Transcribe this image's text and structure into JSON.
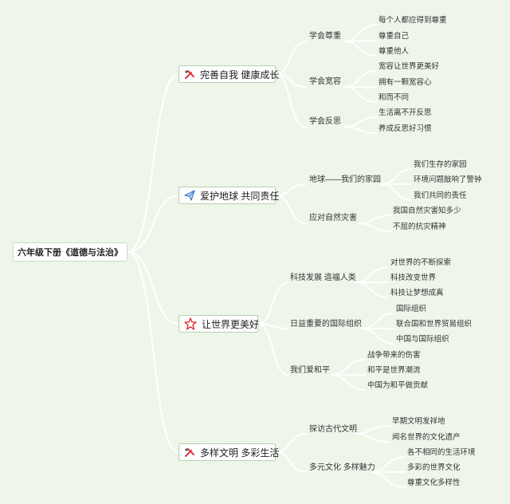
{
  "root": "六年级下册《道德与法治》",
  "branches": [
    {
      "label": "完善自我 健康成长",
      "icon": "tools-icon",
      "subs": [
        {
          "label": "学会尊重",
          "leaves": [
            "每个人都应得到尊重",
            "尊重自己",
            "尊重他人"
          ]
        },
        {
          "label": "学会宽容",
          "leaves": [
            "宽容让世界更美好",
            "拥有一颗宽容心",
            "和而不同"
          ]
        },
        {
          "label": "学会反思",
          "leaves": [
            "生活离不开反思",
            "养成反思好习惯"
          ]
        }
      ]
    },
    {
      "label": "爱护地球 共同责任",
      "icon": "paper-plane-icon",
      "subs": [
        {
          "label": "地球——我们的家园",
          "leaves": [
            "我们生存的家园",
            "环境问题敲响了警钟",
            "我们共同的责任"
          ]
        },
        {
          "label": "应对自然灾害",
          "leaves": [
            "我国自然灾害知多少",
            "不屈的抗灾精神"
          ]
        }
      ]
    },
    {
      "label": "让世界更美好",
      "icon": "star-icon",
      "subs": [
        {
          "label": "科技发展 造福人类",
          "leaves": [
            "对世界的不断探索",
            "科技改变世界",
            "科技让梦想成真"
          ]
        },
        {
          "label": "日益重要的国际组织",
          "leaves": [
            "国际组织",
            "联合国和世界贸易组织",
            "中国与国际组织"
          ]
        },
        {
          "label": "我们爱和平",
          "leaves": [
            "战争带来的伤害",
            "和平是世界潮流",
            "中国为和平做贡献"
          ]
        }
      ]
    },
    {
      "label": "多样文明 多彩生活",
      "icon": "tools-icon",
      "subs": [
        {
          "label": "探访古代文明",
          "leaves": [
            "早期文明发祥地",
            "闻名世界的文化遗产"
          ]
        },
        {
          "label": "多元文化 多样魅力",
          "leaves": [
            "各不相同的生活环境",
            "多彩的世界文化",
            "尊重文化多样性"
          ]
        }
      ]
    }
  ]
}
